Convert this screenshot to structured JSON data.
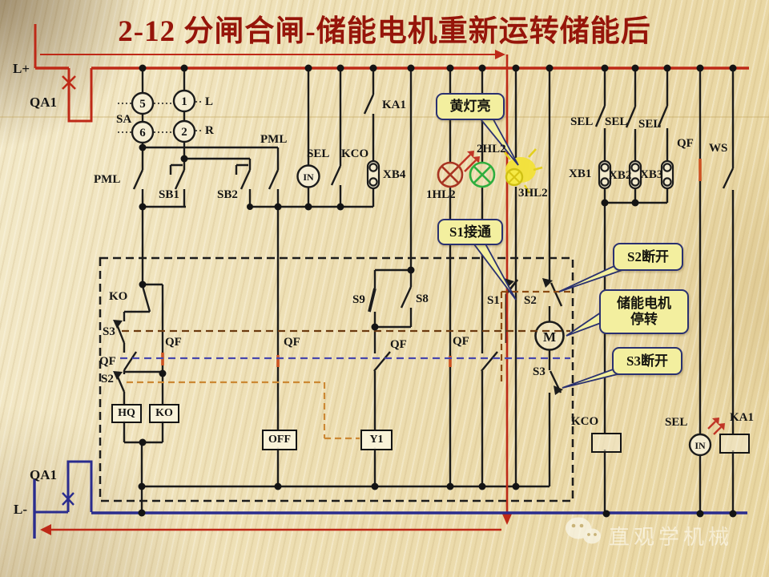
{
  "title": "2-12  分闸合闸-储能电机重新运转储能后",
  "rails": {
    "positive": "L+",
    "negative": "L-",
    "breaker": "QA1"
  },
  "labels": {
    "sa": "SA",
    "sa_5": "5",
    "sa_1": "1",
    "sa_6": "6",
    "sa_2": "2",
    "l": "L",
    "r": "R",
    "pml": "PML",
    "sb1": "SB1",
    "sb2": "SB2",
    "sel": "SEL",
    "kco": "KCO",
    "in": "IN",
    "xb4": "XB4",
    "ka1": "KA1",
    "hl2_1": "1HL2",
    "hl2_2": "2HL2",
    "hl2_3": "3HL2",
    "xb1": "XB1",
    "xb2": "XB2",
    "xb3": "XB3",
    "qf": "QF",
    "ws": "WS",
    "ko": "KO",
    "s1": "S1",
    "s2": "S2",
    "s3": "S3",
    "s8": "S8",
    "s9": "S9",
    "hq": "HQ",
    "off": "OFF",
    "y1": "Y1",
    "m": "M"
  },
  "callouts": {
    "yellow_lamp": "黄灯亮",
    "s1_closed": "S1接通",
    "s2_open": "S2断开",
    "motor_line1": "储能电机",
    "motor_line2": "停转",
    "s3_open": "S3断开"
  },
  "watermark": {
    "brand": "直观学机械"
  },
  "colors": {
    "title_red": "#96150a",
    "wire_red": "#be2917",
    "wire_blue": "#2a2c8e",
    "wire_black": "#1b1b1b",
    "lamp_red": "#a83522",
    "lamp_green": "#2fae3e",
    "lamp_yellow": "#e8d41f",
    "callout_fill": "#f3ef9f",
    "callout_border": "#2a3170",
    "linkage_blue": "#4747ad",
    "linkage_brown": "#6b3a10",
    "linkage_orange": "#cc8833",
    "highlight_orange": "#cc5222"
  }
}
